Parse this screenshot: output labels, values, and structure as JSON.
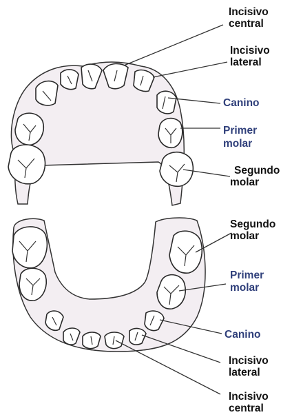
{
  "upper_arch": {
    "labels": [
      {
        "id": "central",
        "line1": "Incisivo",
        "line2": "central",
        "color": "#111111"
      },
      {
        "id": "lateral",
        "line1": "Incisivo",
        "line2": "lateral",
        "color": "#111111"
      },
      {
        "id": "canine",
        "line1": "Canino",
        "line2": "",
        "color": "#2f3f7a"
      },
      {
        "id": "first-molar",
        "line1": "Primer",
        "line2": "molar",
        "color": "#2f3f7a"
      },
      {
        "id": "second-molar",
        "line1": "Segundo",
        "line2": "molar",
        "color": "#111111"
      }
    ]
  },
  "lower_arch": {
    "labels": [
      {
        "id": "second-molar",
        "line1": "Segundo",
        "line2": "molar",
        "color": "#111111"
      },
      {
        "id": "first-molar",
        "line1": "Primer",
        "line2": "molar",
        "color": "#2f3f7a"
      },
      {
        "id": "canine",
        "line1": "Canino",
        "line2": "",
        "color": "#2f3f7a"
      },
      {
        "id": "lateral",
        "line1": "Incisivo",
        "line2": "lateral",
        "color": "#111111"
      },
      {
        "id": "central",
        "line1": "Incisivo",
        "line2": "central",
        "color": "#111111"
      }
    ]
  }
}
